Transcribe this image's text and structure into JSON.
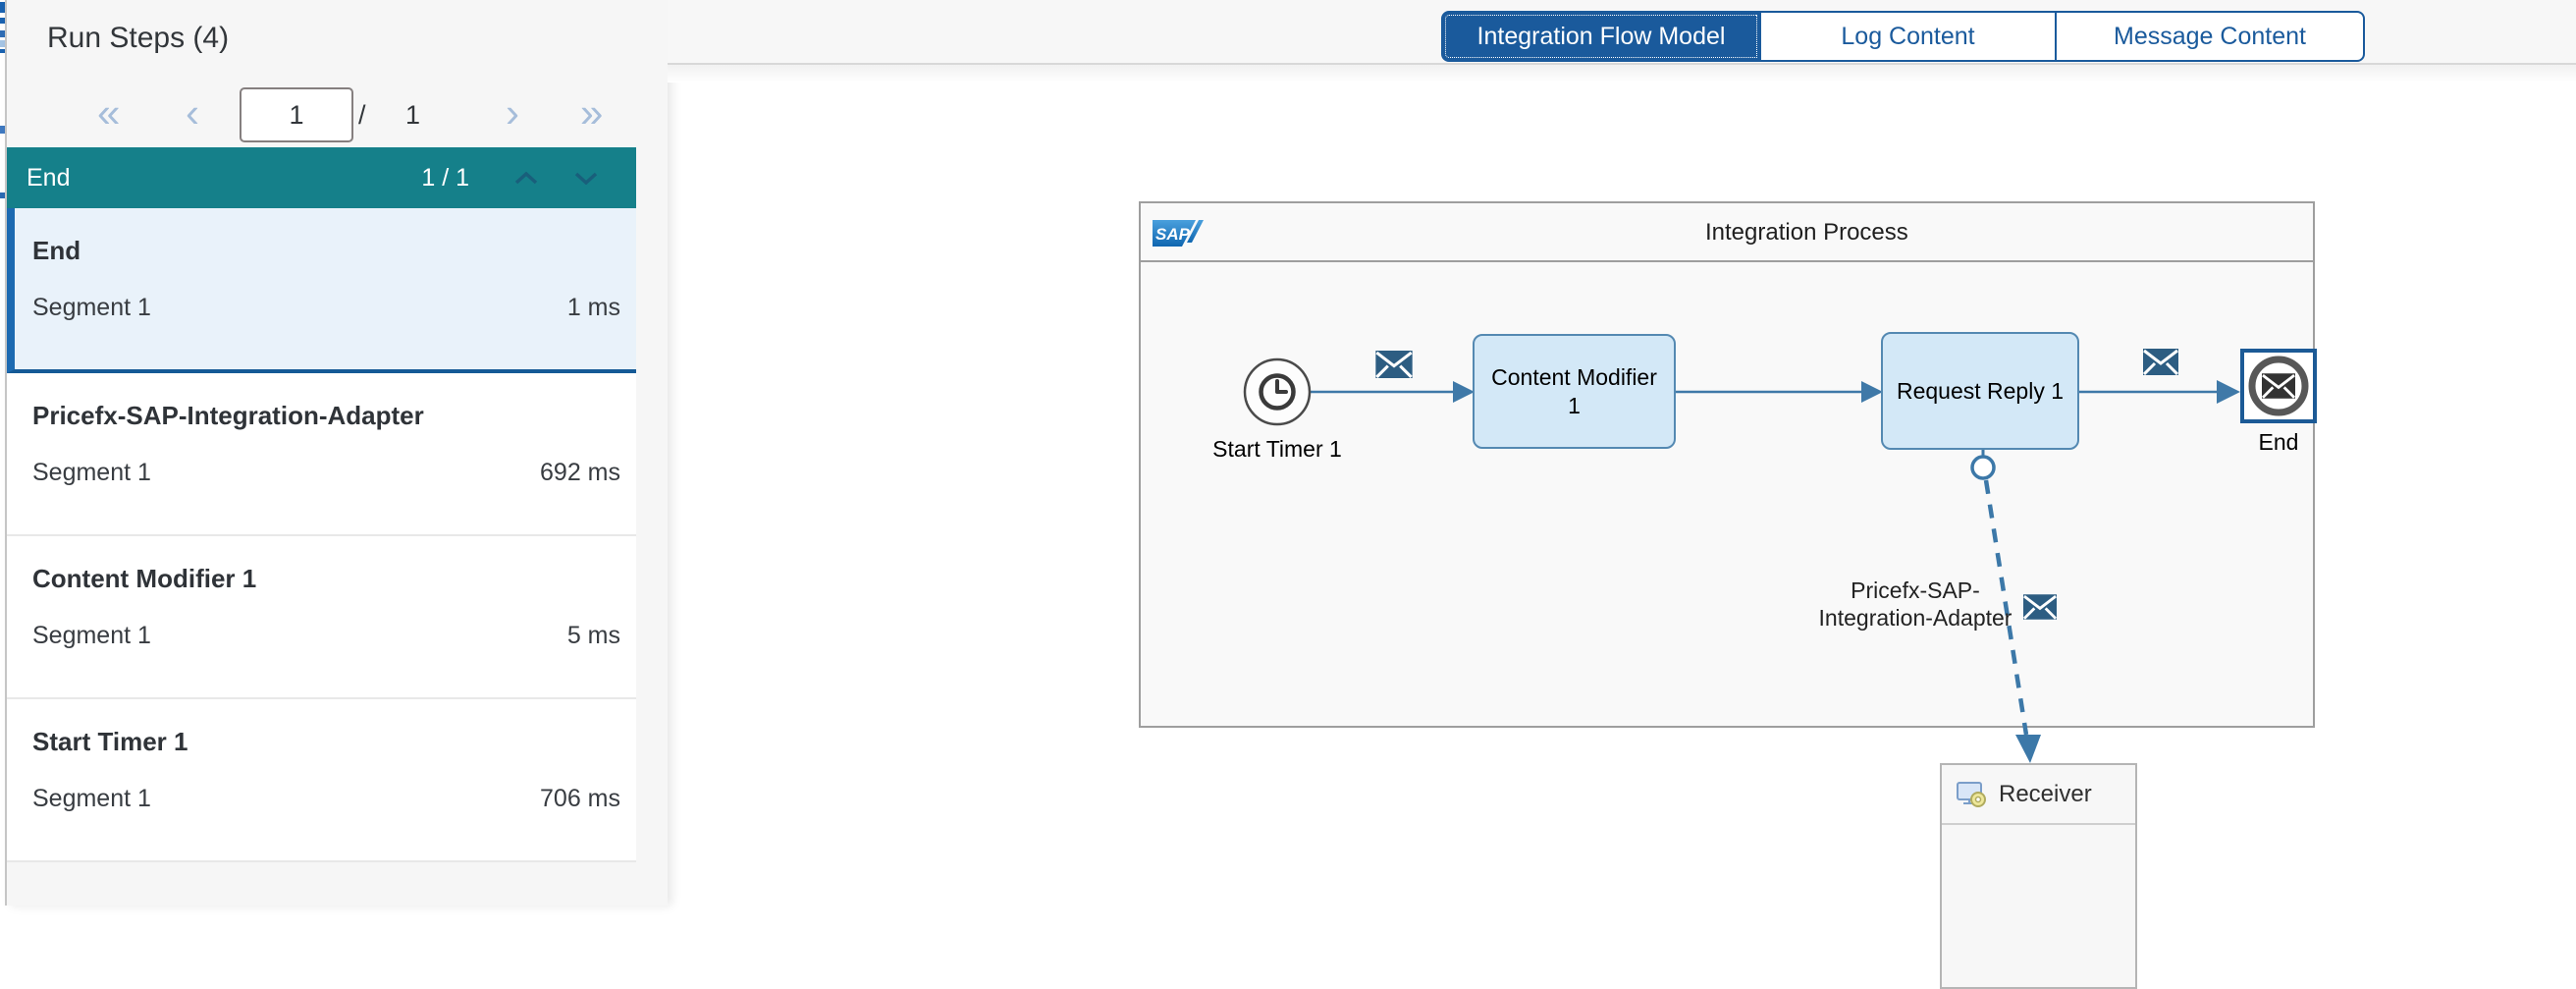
{
  "left_panel": {
    "title": "Run Steps (4)",
    "paginator": {
      "first_icon": "«",
      "prev_icon": "‹",
      "page_value": "1",
      "divider": "/",
      "total_pages": "1",
      "next_icon": "›",
      "last_icon": "»"
    },
    "group_header": {
      "name": "End",
      "counter": "1 / 1"
    },
    "items": [
      {
        "title": "End",
        "segment": "Segment 1",
        "duration": "1 ms"
      },
      {
        "title": "Pricefx-SAP-Integration-Adapter",
        "segment": "Segment 1",
        "duration": "692 ms"
      },
      {
        "title": "Content Modifier 1",
        "segment": "Segment 1",
        "duration": "5 ms"
      },
      {
        "title": "Start Timer 1",
        "segment": "Segment 1",
        "duration": "706 ms"
      }
    ]
  },
  "tabs": {
    "flow_model": "Integration Flow Model",
    "log_content": "Log Content",
    "message_content": "Message Content"
  },
  "diagram": {
    "logo_text": "SAP",
    "pool_title": "Integration Process",
    "start_event_label": "Start Timer 1",
    "content_modifier_label": "Content Modifier 1",
    "request_reply_label": "Request Reply 1",
    "end_event_label": "End",
    "adapter_connection_label": "Pricefx-SAP-Integration-Adapter",
    "receiver_label": "Receiver"
  },
  "colors": {
    "teal_header": "#15808A",
    "accent_blue": "#1A5A9C",
    "selection_blue": "#1C5A96",
    "flow_line": "#3F79A8",
    "envelope": "#2D5D82",
    "task_fill": "#D3E8F7",
    "task_border": "#5489B2"
  }
}
